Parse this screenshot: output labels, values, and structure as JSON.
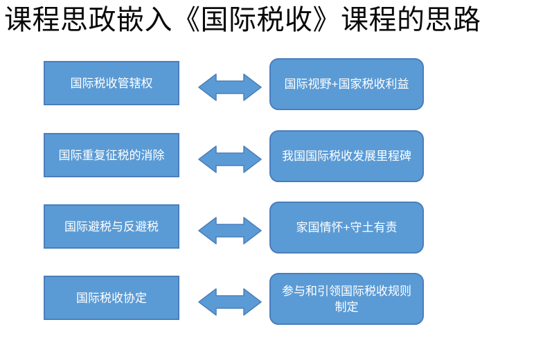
{
  "title": "课程思政嵌入《国际税收》课程的思路",
  "diagram": {
    "type": "paired-mapping",
    "connector": "double-headed-horizontal-arrow",
    "rows": [
      {
        "left": "国际税收管辖权",
        "right": "国际视野+国家税收利益"
      },
      {
        "left": "国际重复征税的消除",
        "right": "我国国际税收发展里程碑"
      },
      {
        "left": "国际避税与反避税",
        "right": "家国情怀+守土有责"
      },
      {
        "left": "国际税收协定",
        "right": "参与和引领国际税收规则制定"
      }
    ]
  },
  "colors": {
    "shape_fill": "#5b9bd5",
    "shape_border": "#4a7ebb",
    "shape_text": "#ffffff",
    "title_text": "#0a0a0a",
    "background": "#ffffff"
  }
}
